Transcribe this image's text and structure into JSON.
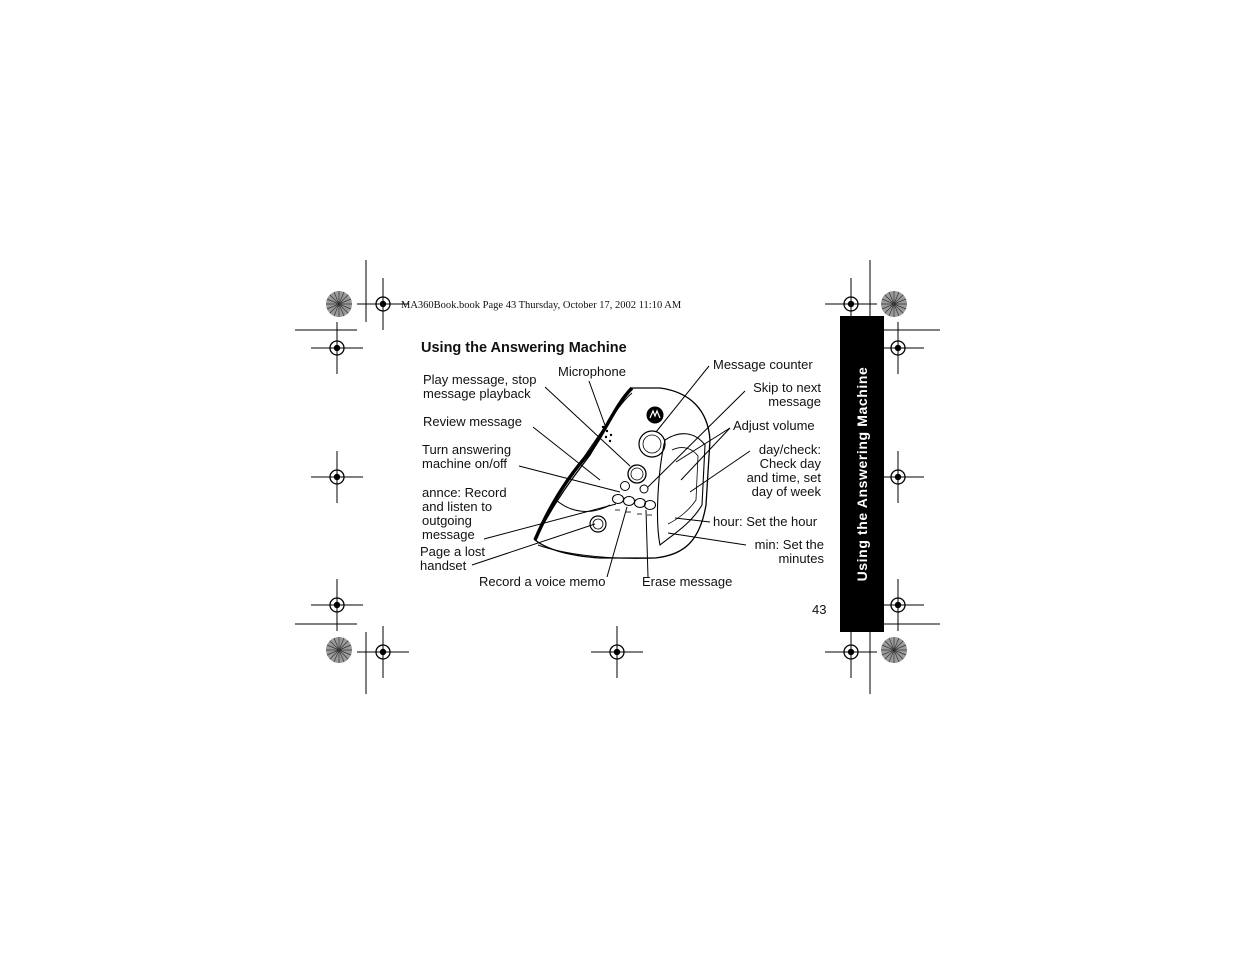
{
  "header": {
    "text": "MA360Book.book  Page 43  Thursday, October 17, 2002  11:10 AM"
  },
  "title": "Using the Answering Machine",
  "side_tab": {
    "text": "Using the Answering Machine",
    "background": "#000000",
    "color": "#ffffff"
  },
  "page_number": "43",
  "labels": {
    "microphone": "Microphone",
    "play_message": "Play message, stop\nmessage playback",
    "review_message": "Review message",
    "turn_on_off": "Turn answering\nmachine on/off",
    "annce": "annce: Record\nand listen to\noutgoing\nmessage",
    "page_lost": "Page a lost\nhandset",
    "record_memo": "Record a voice memo",
    "erase_message": "Erase message",
    "message_counter": "Message counter",
    "skip_next": "Skip to next\nmessage",
    "adjust_volume": "Adjust volume",
    "day_check": "day/check:\nCheck day\nand time, set\nday of week",
    "hour": "hour: Set the hour",
    "min": "min: Set the\nminutes"
  }
}
